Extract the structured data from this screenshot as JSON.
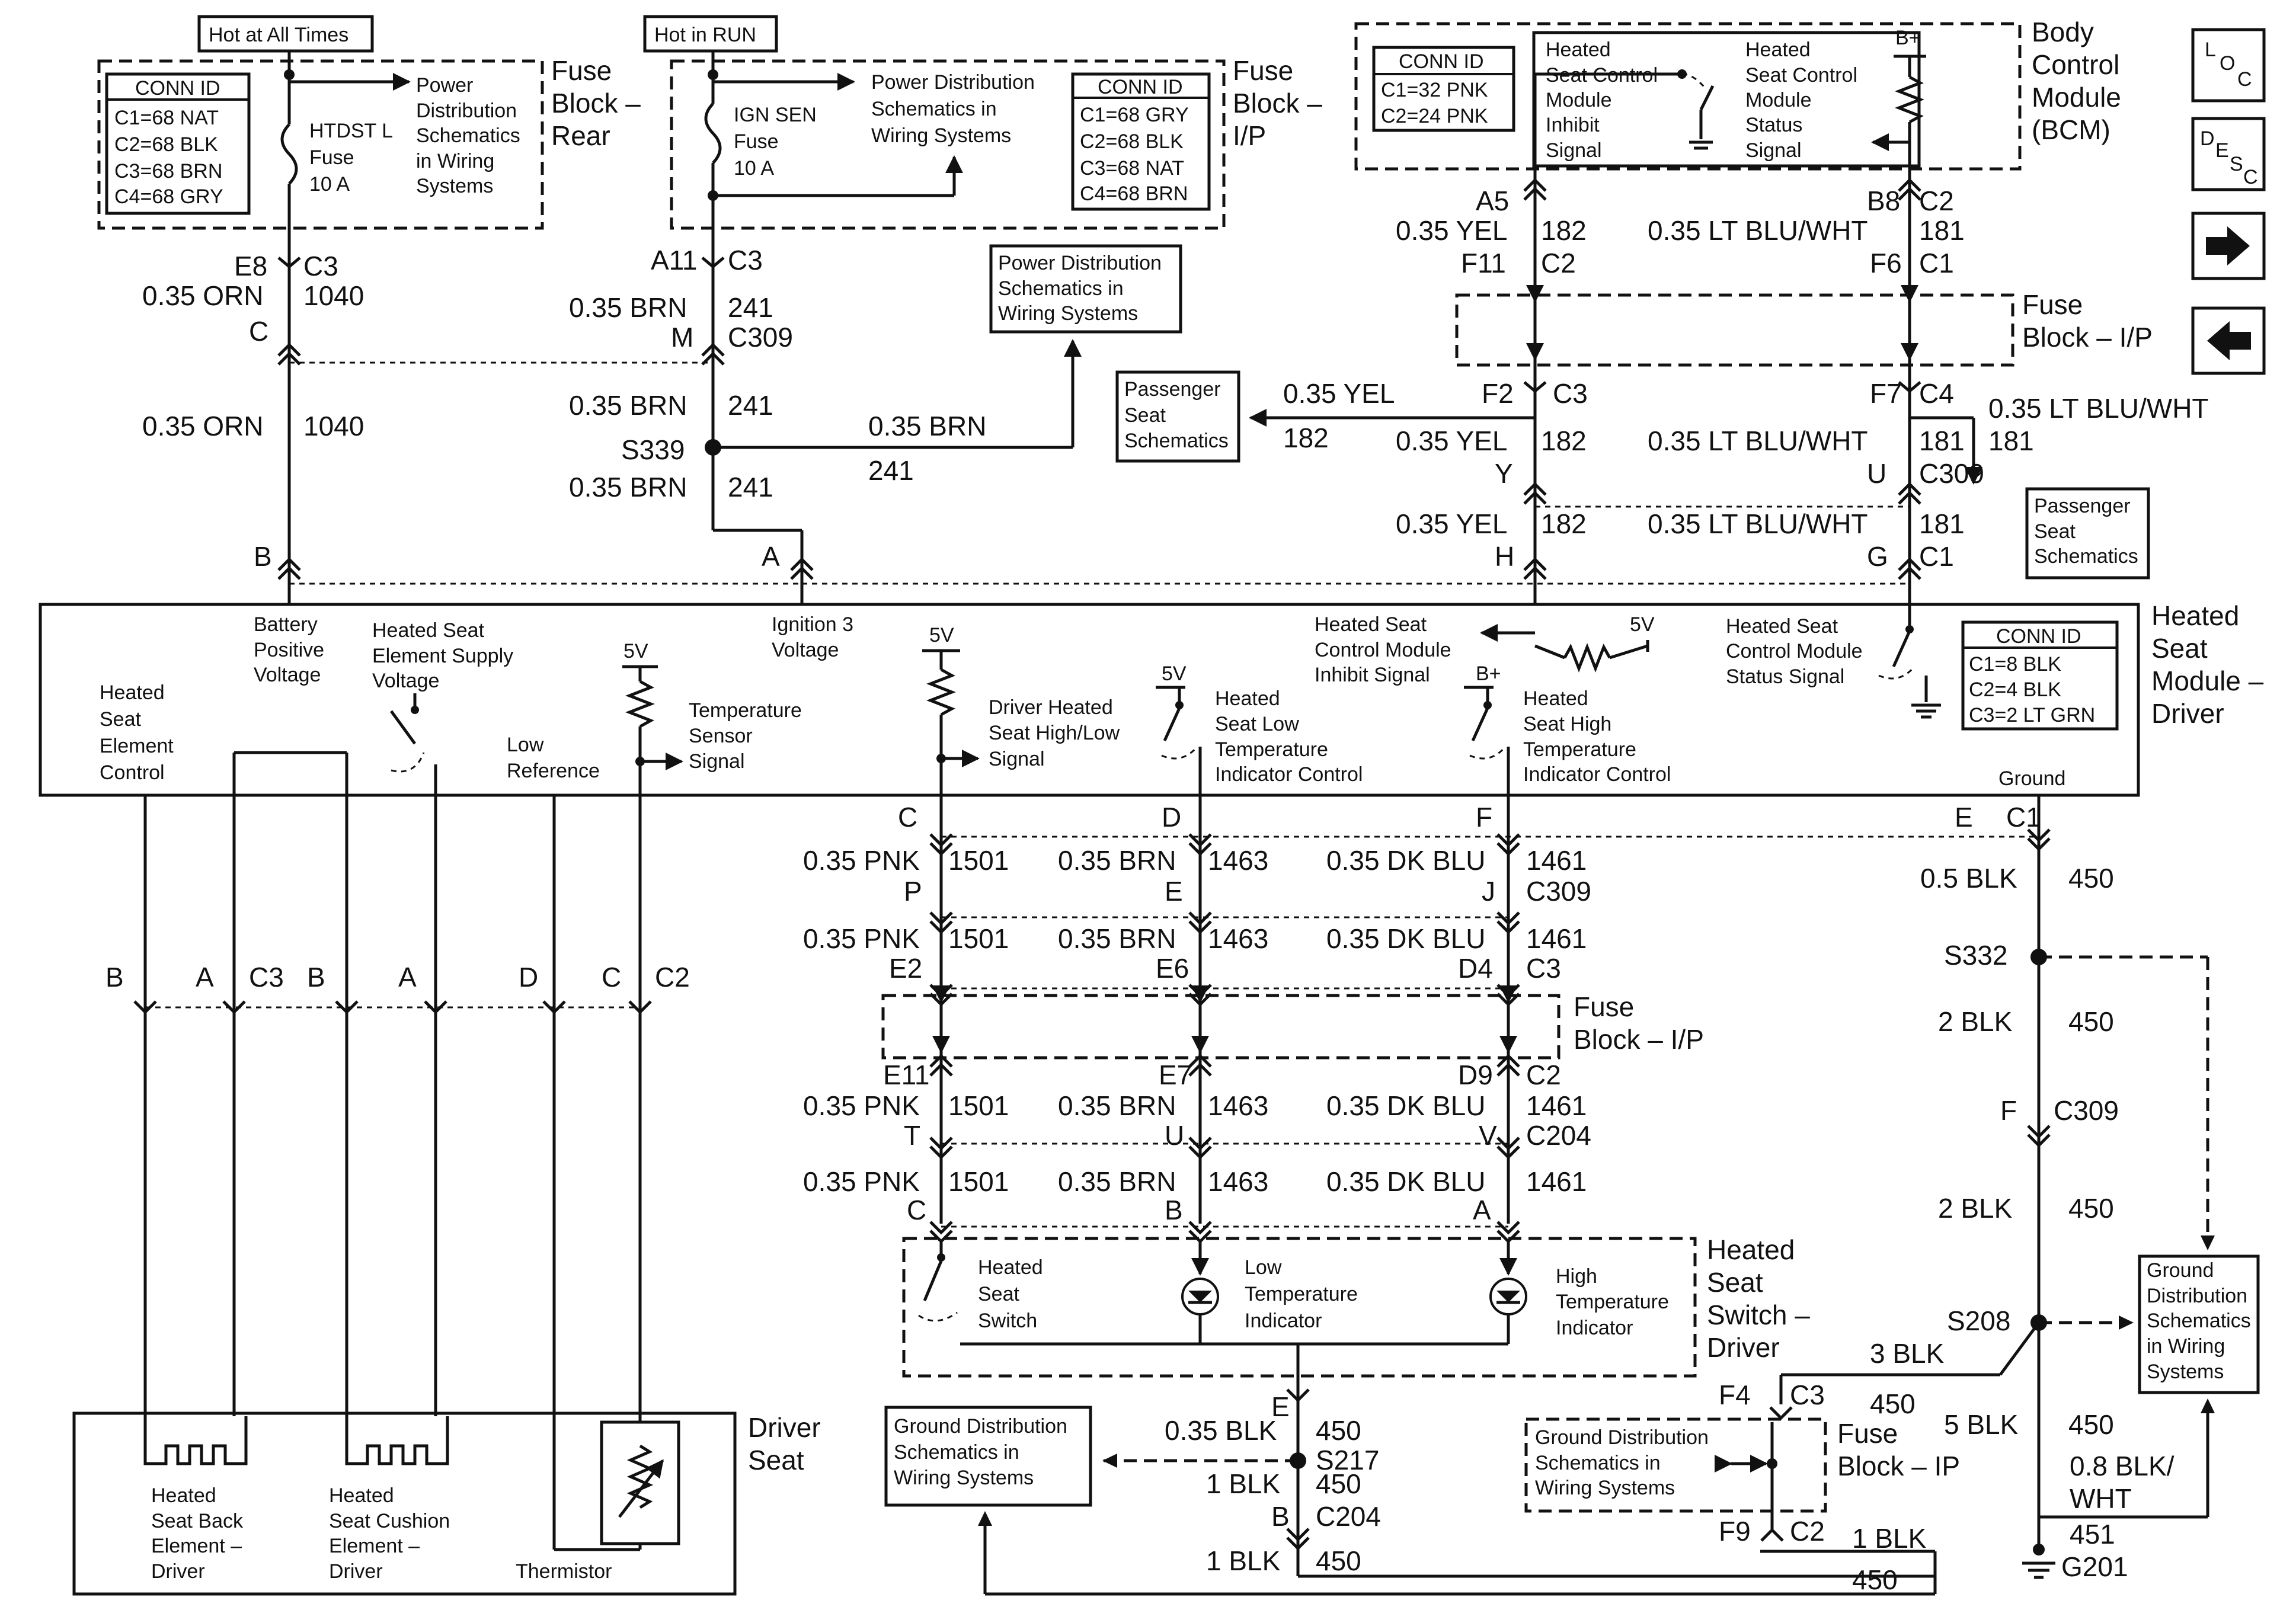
{
  "labels": {
    "hot_all_times": "Hot at All Times",
    "hot_in_run": "Hot in RUN",
    "conn_id": "CONN ID",
    "rear_conn": [
      "C1=68 NAT",
      "C2=68 BLK",
      "C3=68 BRN",
      "C4=68 GRY"
    ],
    "rear_fuse": [
      "HTDST L",
      "Fuse",
      "10 A"
    ],
    "rear_pd": [
      "Power",
      "Distribution",
      "Schematics",
      "in Wiring",
      "Systems"
    ],
    "rear_title": [
      "Fuse",
      "Block –",
      "Rear"
    ],
    "ip_fuse": [
      "IGN SEN",
      "Fuse",
      "10 A"
    ],
    "ip_pd": [
      "Power Distribution",
      "Schematics in",
      "Wiring Systems"
    ],
    "ip_conn": [
      "C1=68 GRY",
      "C2=68 BLK",
      "C3=68 NAT",
      "C4=68 BRN"
    ],
    "ip_title": [
      "Fuse",
      "Block –",
      "I/P"
    ],
    "pd_box": [
      "Power Distribution",
      "Schematics in",
      "Wiring Systems"
    ],
    "bcm_conn": [
      "C1=32 PNK",
      "C2=24 PNK"
    ],
    "bcm_inhibit": [
      "Heated",
      "Seat Control",
      "Module",
      "Inhibit",
      "Signal"
    ],
    "bcm_status": [
      "Heated",
      "Seat Control",
      "Module",
      "Status",
      "Signal"
    ],
    "bplus": "B+",
    "bcm_title": [
      "Body",
      "Control",
      "Module",
      "(BCM)"
    ],
    "nav_loc": [
      "L",
      "O",
      "C"
    ],
    "nav_desc": [
      "D",
      "E",
      "S",
      "C"
    ],
    "fuse_ip_1": [
      "Fuse",
      "Block – I/P"
    ],
    "pass_seat": [
      "Passenger",
      "Seat",
      "Schematics"
    ],
    "wl": {
      "e8": "E8",
      "c3a": "C3",
      "orn035": "0.35 ORN",
      "n1040": "1040",
      "c": "C",
      "a11": "A11",
      "brn035": "0.35 BRN",
      "n241": "241",
      "m": "M",
      "c309": "C309",
      "s339": "S339",
      "b": "B",
      "a": "A",
      "a5": "A5",
      "yel035": "0.35 YEL",
      "n182": "182",
      "f11": "F11",
      "c2": "C2",
      "b8": "B8",
      "ltbluwht": "0.35 LT BLU/WHT",
      "n181": "181",
      "f6": "F6",
      "c1": "C1",
      "f2": "F2",
      "c3": "C3",
      "f7": "F7",
      "c4": "C4",
      "y": "Y",
      "u": "U",
      "h": "H",
      "g": "G"
    },
    "hsm": {
      "battery": [
        "Battery",
        "Positive",
        "Voltage"
      ],
      "supply": [
        "Heated Seat",
        "Element Supply",
        "Voltage"
      ],
      "ign3": [
        "Ignition 3",
        "Voltage"
      ],
      "inhibit": [
        "Heated Seat",
        "Control Module",
        "Inhibit Signal"
      ],
      "status": [
        "Heated Seat",
        "Control Module",
        "Status Signal"
      ],
      "v5": "5V",
      "element": [
        "Heated",
        "Seat",
        "Element",
        "Control"
      ],
      "lowref": [
        "Low",
        "Reference"
      ],
      "tempsens": [
        "Temperature",
        "Sensor",
        "Signal"
      ],
      "drvhl": [
        "Driver Heated",
        "Seat High/Low",
        "Signal"
      ],
      "lowind": [
        "Heated",
        "Seat Low",
        "Temperature",
        "Indicator Control"
      ],
      "highind": [
        "Heated",
        "Seat High",
        "Temperature",
        "Indicator Control"
      ],
      "ground": "Ground",
      "conn": [
        "C1=8 BLK",
        "C2=4 BLK",
        "C3=2 LT GRN"
      ],
      "title": [
        "Heated",
        "Seat",
        "Module –",
        "Driver"
      ]
    },
    "lower": {
      "c_": "C",
      "d_": "D",
      "f_": "F",
      "e_": "E",
      "c1": "C1",
      "pnk": "0.35 PNK",
      "n1501": "1501",
      "brn": "0.35 BRN",
      "n1463": "1463",
      "dkblu": "0.35 DK BLU",
      "n1461": "1461",
      "p": "P",
      "e": "E",
      "j": "J",
      "c309": "C309",
      "e2": "E2",
      "e6": "E6",
      "d4": "D4",
      "c3": "C3",
      "e11": "E11",
      "e7": "E7",
      "d9": "D9",
      "c2": "C2",
      "t": "T",
      "u": "U",
      "v": "V",
      "c204": "C204",
      "b": "B",
      "a": "A",
      "blk05": "0.5 BLK",
      "n450": "450",
      "s332": "S332",
      "blk2": "2 BLK",
      "f": "F",
      "s208": "S208",
      "blk3": "3 BLK",
      "blk5": "5 BLK",
      "blk08": [
        "0.8 BLK/",
        "WHT"
      ],
      "n451": "451",
      "g201": "G201",
      "f4": "F4",
      "f9": "F9",
      "blk1": "1 BLK",
      "blk035": "0.35 BLK",
      "s217": "S217"
    },
    "conn_c3c2": {
      "b1": "B",
      "a1": "A",
      "c3": "C3",
      "b2": "B",
      "a2": "A",
      "d": "D",
      "c": "C",
      "c2": "C2"
    },
    "fuse_ip_2": [
      "Fuse",
      "Block – I/P"
    ],
    "switch_title": [
      "Heated",
      "Seat",
      "Switch –",
      "Driver"
    ],
    "switch_sw": [
      "Heated",
      "Seat",
      "Switch"
    ],
    "switch_low": [
      "Low",
      "Temperature",
      "Indicator"
    ],
    "switch_high": [
      "High",
      "Temperature",
      "Indicator"
    ],
    "gnd_dist_left": [
      "Ground Distribution",
      "Schematics in",
      "Wiring Systems"
    ],
    "gnd_dist_mid": [
      "Ground Distribution",
      "Schematics in",
      "Wiring Systems"
    ],
    "gnd_dist_right": [
      "Ground",
      "Distribution",
      "Schematics",
      "in Wiring",
      "Systems"
    ],
    "fuse_ip_3": [
      "Fuse",
      "Block – IP"
    ],
    "driver_seat": [
      "Driver",
      "Seat"
    ],
    "seat_back": [
      "Heated",
      "Seat Back",
      "Element –",
      "Driver"
    ],
    "seat_cushion": [
      "Heated",
      "Seat Cushion",
      "Element –",
      "Driver"
    ],
    "thermistor": "Thermistor"
  }
}
